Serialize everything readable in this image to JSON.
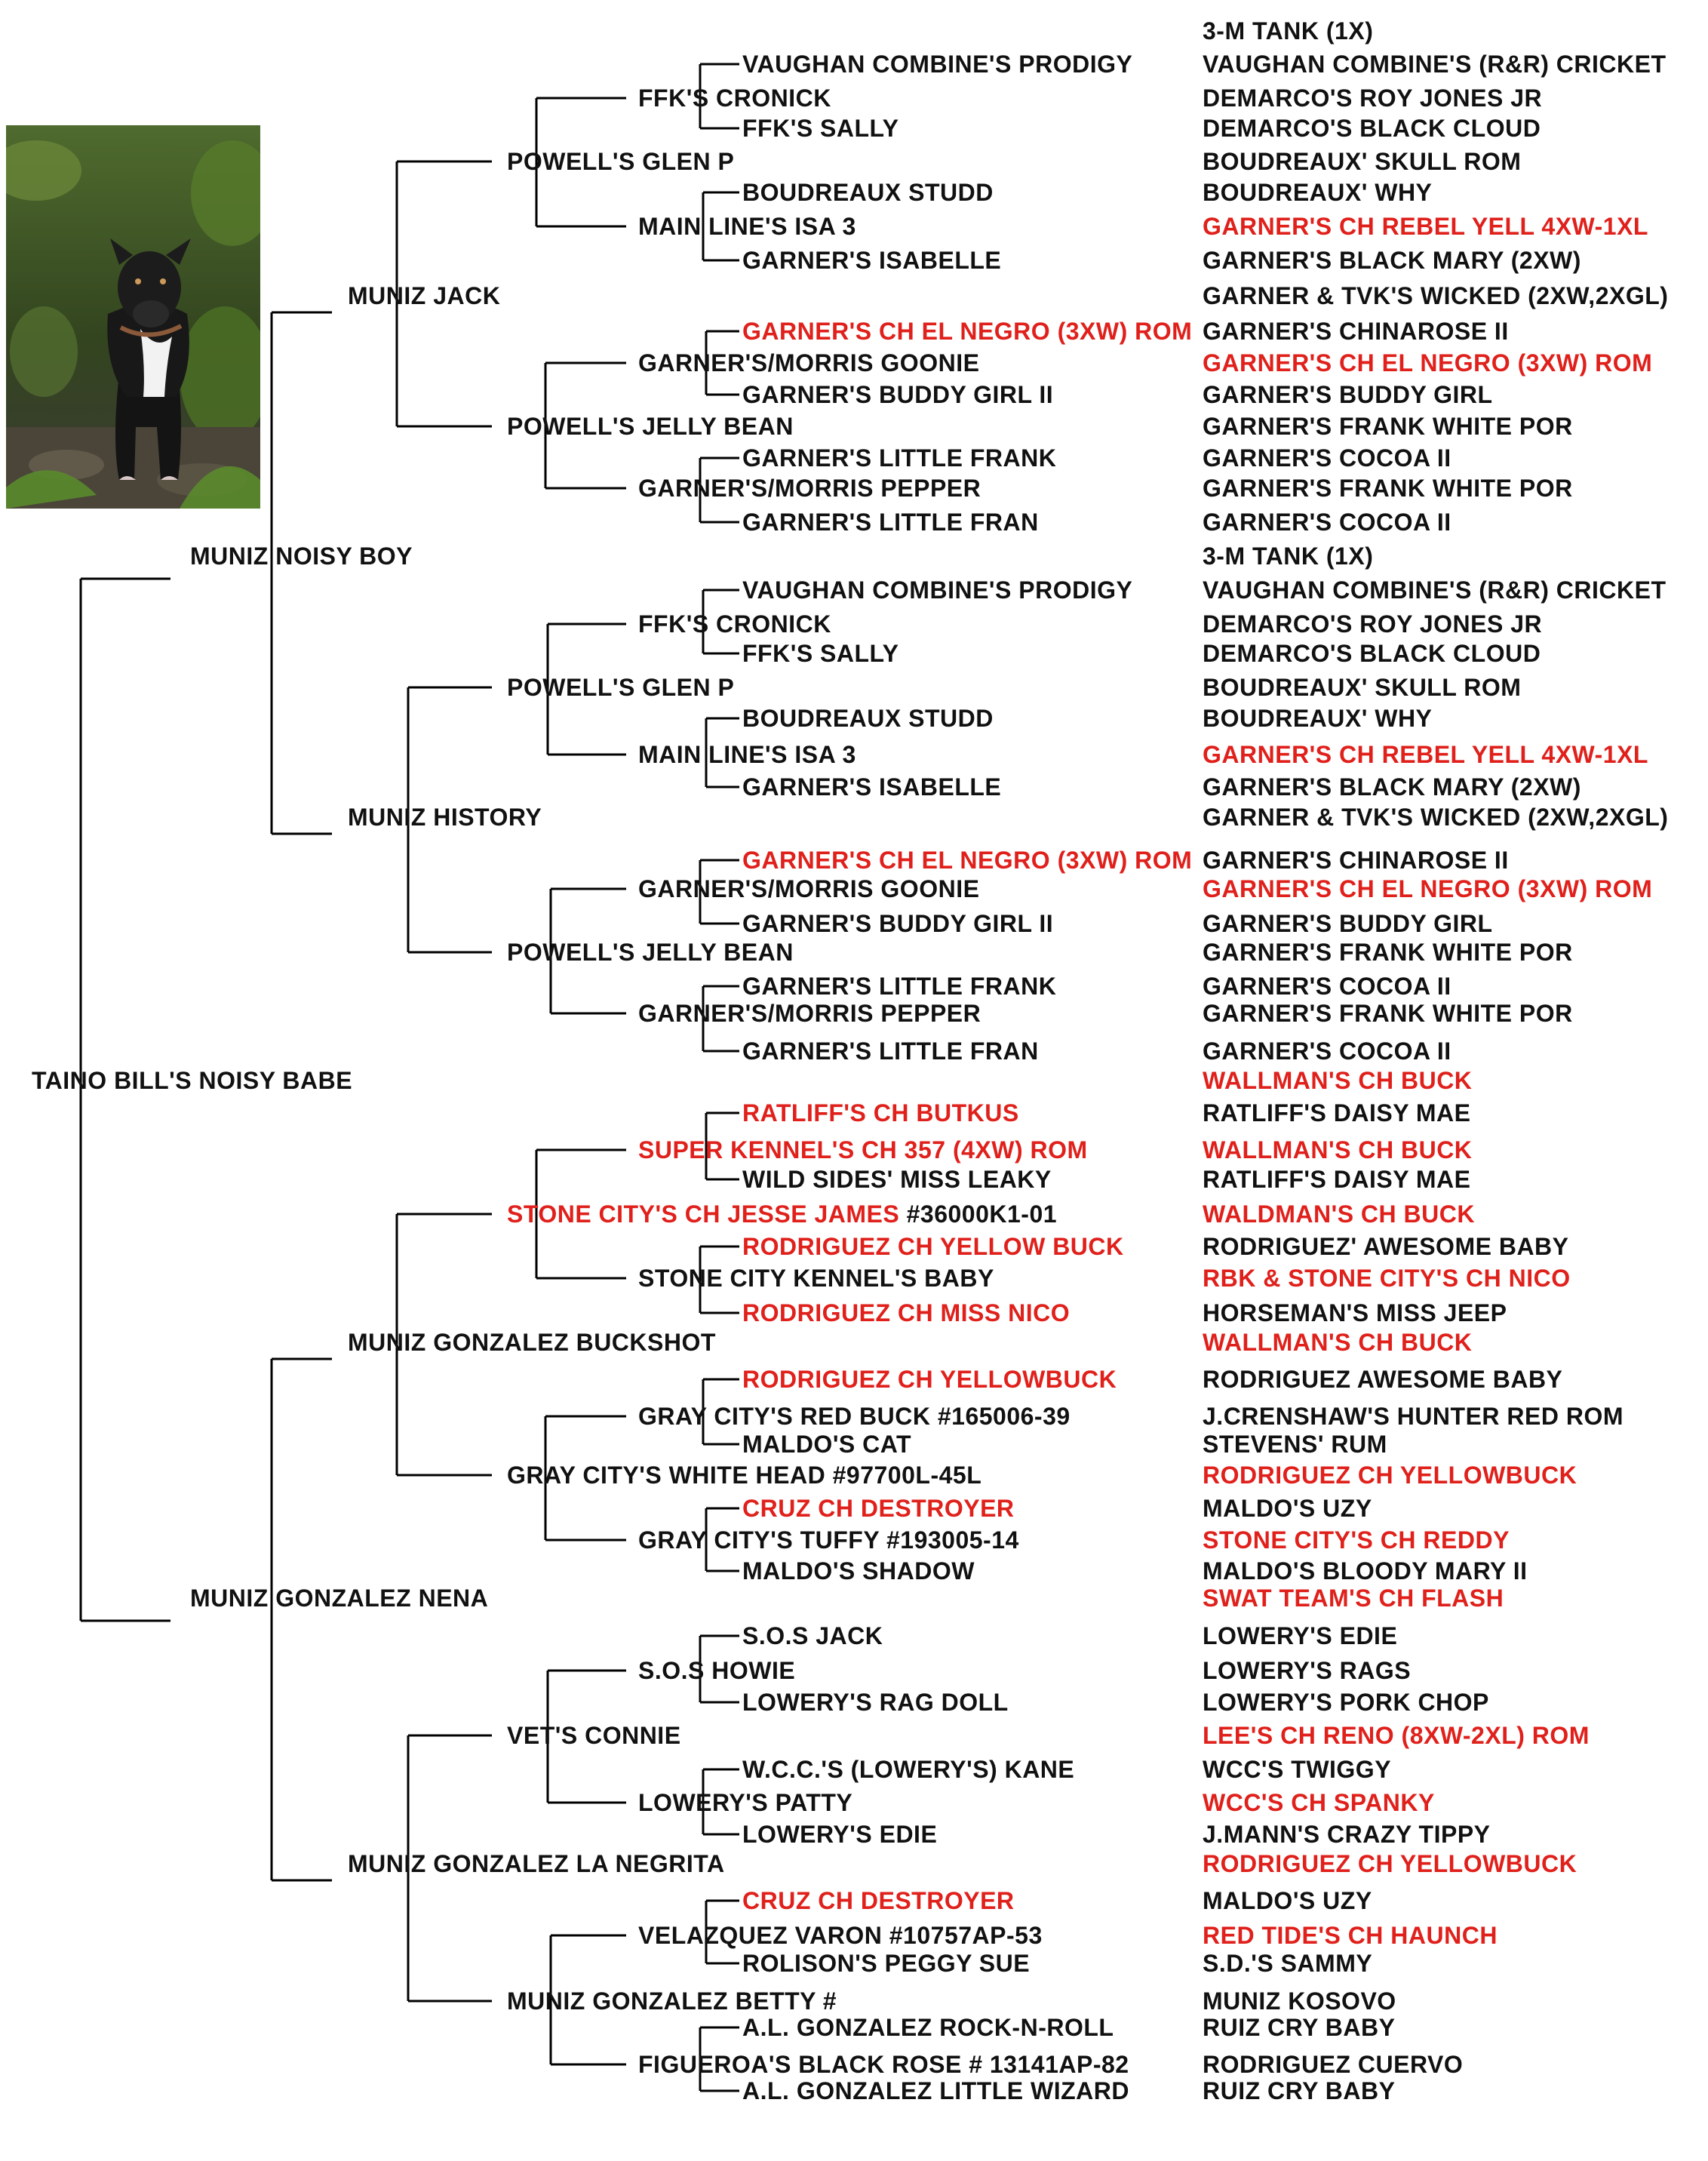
{
  "colors": {
    "champion": "#e0201b",
    "normal": "#111111",
    "line": "#000000"
  },
  "photo": {
    "alt": "",
    "icon": "dog-photo"
  },
  "subject": "TAINO BILL'S NOISY BABE",
  "gen1": {
    "sire": "MUNIZ NOISY BOY",
    "dam": "MUNIZ GONZALEZ NENA"
  },
  "gen2": [
    "MUNIZ JACK",
    "MUNIZ HISTORY",
    "MUNIZ GONZALEZ BUCKSHOT",
    "MUNIZ GONZALEZ LA NEGRITA"
  ],
  "gen3": [
    {
      "text": "POWELL'S GLEN P"
    },
    {
      "text": "POWELL'S JELLY BEAN"
    },
    {
      "text": "POWELL'S GLEN P"
    },
    {
      "text": "POWELL'S JELLY BEAN"
    },
    {
      "text": "STONE CITY'S CH JESSE JAMES",
      "suffix": " #36000K1-01",
      "champion": true
    },
    {
      "text": "GRAY CITY'S WHITE HEAD #97700L-45L"
    },
    {
      "text": "VET'S CONNIE"
    },
    {
      "text": "MUNIZ GONZALEZ BETTY #"
    }
  ],
  "gen4": [
    {
      "text": "FFK'S CRONICK"
    },
    {
      "text": "MAIN LINE'S ISA 3"
    },
    {
      "text": "GARNER'S/MORRIS GOONIE"
    },
    {
      "text": "GARNER'S/MORRIS PEPPER"
    },
    {
      "text": "FFK'S CRONICK"
    },
    {
      "text": "MAIN LINE'S ISA 3"
    },
    {
      "text": "GARNER'S/MORRIS GOONIE"
    },
    {
      "text": "GARNER'S/MORRIS PEPPER"
    },
    {
      "text": "SUPER KENNEL'S CH 357 (4XW) ROM",
      "champion": true
    },
    {
      "text": "STONE CITY KENNEL'S BABY"
    },
    {
      "text": "GRAY CITY'S RED BUCK #165006-39"
    },
    {
      "text": "GRAY CITY'S TUFFY #193005-14"
    },
    {
      "text": "S.O.S HOWIE"
    },
    {
      "text": "LOWERY'S PATTY"
    },
    {
      "text": "VELAZQUEZ VARON #10757AP-53"
    },
    {
      "text": "FIGUEROA'S BLACK ROSE # 13141AP-82"
    }
  ],
  "gen5": [
    {
      "text": "VAUGHAN COMBINE'S PRODIGY"
    },
    {
      "text": "FFK'S SALLY"
    },
    {
      "text": "BOUDREAUX STUDD"
    },
    {
      "text": "GARNER'S ISABELLE"
    },
    {
      "text": "GARNER'S CH EL NEGRO (3XW) ROM",
      "champion": true
    },
    {
      "text": "GARNER'S BUDDY GIRL II"
    },
    {
      "text": "GARNER'S LITTLE FRANK"
    },
    {
      "text": "GARNER'S LITTLE FRAN"
    },
    {
      "text": "VAUGHAN COMBINE'S PRODIGY"
    },
    {
      "text": "FFK'S SALLY"
    },
    {
      "text": "BOUDREAUX STUDD"
    },
    {
      "text": "GARNER'S ISABELLE"
    },
    {
      "text": "GARNER'S CH EL NEGRO (3XW) ROM",
      "champion": true
    },
    {
      "text": "GARNER'S BUDDY GIRL II"
    },
    {
      "text": "GARNER'S LITTLE FRANK"
    },
    {
      "text": "GARNER'S LITTLE FRAN"
    },
    {
      "text": "RATLIFF'S CH BUTKUS",
      "champion": true
    },
    {
      "text": "WILD SIDES' MISS LEAKY"
    },
    {
      "text": "RODRIGUEZ CH YELLOW BUCK",
      "champion": true
    },
    {
      "text": "RODRIGUEZ CH MISS NICO",
      "champion": true
    },
    {
      "text": "RODRIGUEZ CH YELLOWBUCK",
      "champion": true
    },
    {
      "text": "MALDO'S CAT"
    },
    {
      "text": "CRUZ CH DESTROYER",
      "champion": true
    },
    {
      "text": "MALDO'S SHADOW"
    },
    {
      "text": "S.O.S JACK"
    },
    {
      "text": "LOWERY'S RAG DOLL"
    },
    {
      "text": "W.C.C.'S (LOWERY'S) KANE"
    },
    {
      "text": "LOWERY'S EDIE"
    },
    {
      "text": "CRUZ CH DESTROYER",
      "champion": true
    },
    {
      "text": "ROLISON'S PEGGY SUE"
    },
    {
      "text": "A.L. GONZALEZ ROCK-N-ROLL"
    },
    {
      "text": "A.L. GONZALEZ LITTLE WIZARD"
    }
  ],
  "gen6": [
    {
      "text": "3-M TANK (1X)"
    },
    {
      "text": "VAUGHAN COMBINE'S (R&R) CRICKET"
    },
    {
      "text": "DEMARCO'S ROY JONES JR"
    },
    {
      "text": "DEMARCO'S BLACK CLOUD"
    },
    {
      "text": "BOUDREAUX' SKULL ROM"
    },
    {
      "text": "BOUDREAUX' WHY"
    },
    {
      "text": "GARNER'S CH REBEL YELL 4XW-1XL",
      "champion": true
    },
    {
      "text": "GARNER'S BLACK MARY (2XW)"
    },
    {
      "text": "GARNER & TVK'S WICKED (2XW,2XGL)"
    },
    {
      "text": "GARNER'S CHINAROSE II"
    },
    {
      "text": "GARNER'S CH EL NEGRO (3XW) ROM",
      "champion": true
    },
    {
      "text": "GARNER'S BUDDY GIRL"
    },
    {
      "text": "GARNER'S FRANK WHITE POR"
    },
    {
      "text": "GARNER'S COCOA II"
    },
    {
      "text": "GARNER'S FRANK WHITE POR"
    },
    {
      "text": "GARNER'S COCOA II"
    },
    {
      "text": "3-M TANK (1X)"
    },
    {
      "text": "VAUGHAN COMBINE'S (R&R) CRICKET"
    },
    {
      "text": "DEMARCO'S ROY JONES JR"
    },
    {
      "text": "DEMARCO'S BLACK CLOUD"
    },
    {
      "text": "BOUDREAUX' SKULL ROM"
    },
    {
      "text": "BOUDREAUX' WHY"
    },
    {
      "text": "GARNER'S CH REBEL YELL 4XW-1XL",
      "champion": true
    },
    {
      "text": "GARNER'S BLACK MARY (2XW)"
    },
    {
      "text": "GARNER & TVK'S WICKED (2XW,2XGL)"
    },
    {
      "text": "GARNER'S CHINAROSE II"
    },
    {
      "text": "GARNER'S CH EL NEGRO (3XW) ROM",
      "champion": true
    },
    {
      "text": "GARNER'S BUDDY GIRL"
    },
    {
      "text": "GARNER'S FRANK WHITE POR"
    },
    {
      "text": "GARNER'S COCOA II"
    },
    {
      "text": "GARNER'S FRANK WHITE POR"
    },
    {
      "text": "GARNER'S COCOA II"
    },
    {
      "text": "WALLMAN'S CH BUCK",
      "champion": true
    },
    {
      "text": "RATLIFF'S DAISY MAE"
    },
    {
      "text": "WALLMAN'S CH BUCK",
      "champion": true
    },
    {
      "text": "RATLIFF'S DAISY MAE"
    },
    {
      "text": "WALDMAN'S CH BUCK",
      "champion": true
    },
    {
      "text": "RODRIGUEZ' AWESOME BABY"
    },
    {
      "text": "RBK & STONE CITY'S CH NICO",
      "champion": true
    },
    {
      "text": "HORSEMAN'S MISS JEEP"
    },
    {
      "text": "WALLMAN'S CH BUCK",
      "champion": true
    },
    {
      "text": "RODRIGUEZ AWESOME BABY"
    },
    {
      "text": "J.CRENSHAW'S HUNTER RED ROM"
    },
    {
      "text": "STEVENS' RUM"
    },
    {
      "text": "RODRIGUEZ CH YELLOWBUCK",
      "champion": true
    },
    {
      "text": "MALDO'S UZY"
    },
    {
      "text": "STONE CITY'S CH REDDY",
      "champion": true
    },
    {
      "text": "MALDO'S BLOODY MARY II"
    },
    {
      "text": "SWAT TEAM'S CH FLASH",
      "champion": true
    },
    {
      "text": "LOWERY'S EDIE"
    },
    {
      "text": "LOWERY'S RAGS"
    },
    {
      "text": "LOWERY'S PORK CHOP"
    },
    {
      "text": "LEE'S CH RENO (8XW-2XL) ROM",
      "champion": true
    },
    {
      "text": "WCC'S TWIGGY"
    },
    {
      "text": "WCC'S CH SPANKY",
      "champion": true
    },
    {
      "text": "J.MANN'S CRAZY TIPPY"
    },
    {
      "text": "RODRIGUEZ CH YELLOWBUCK",
      "champion": true
    },
    {
      "text": "MALDO'S UZY"
    },
    {
      "text": "RED TIDE'S CH HAUNCH",
      "champion": true
    },
    {
      "text": "S.D.'S SAMMY"
    },
    {
      "text": "MUNIZ KOSOVO"
    },
    {
      "text": "RUIZ CRY BABY"
    },
    {
      "text": "RODRIGUEZ CUERVO"
    },
    {
      "text": "RUIZ CRY BABY"
    }
  ]
}
